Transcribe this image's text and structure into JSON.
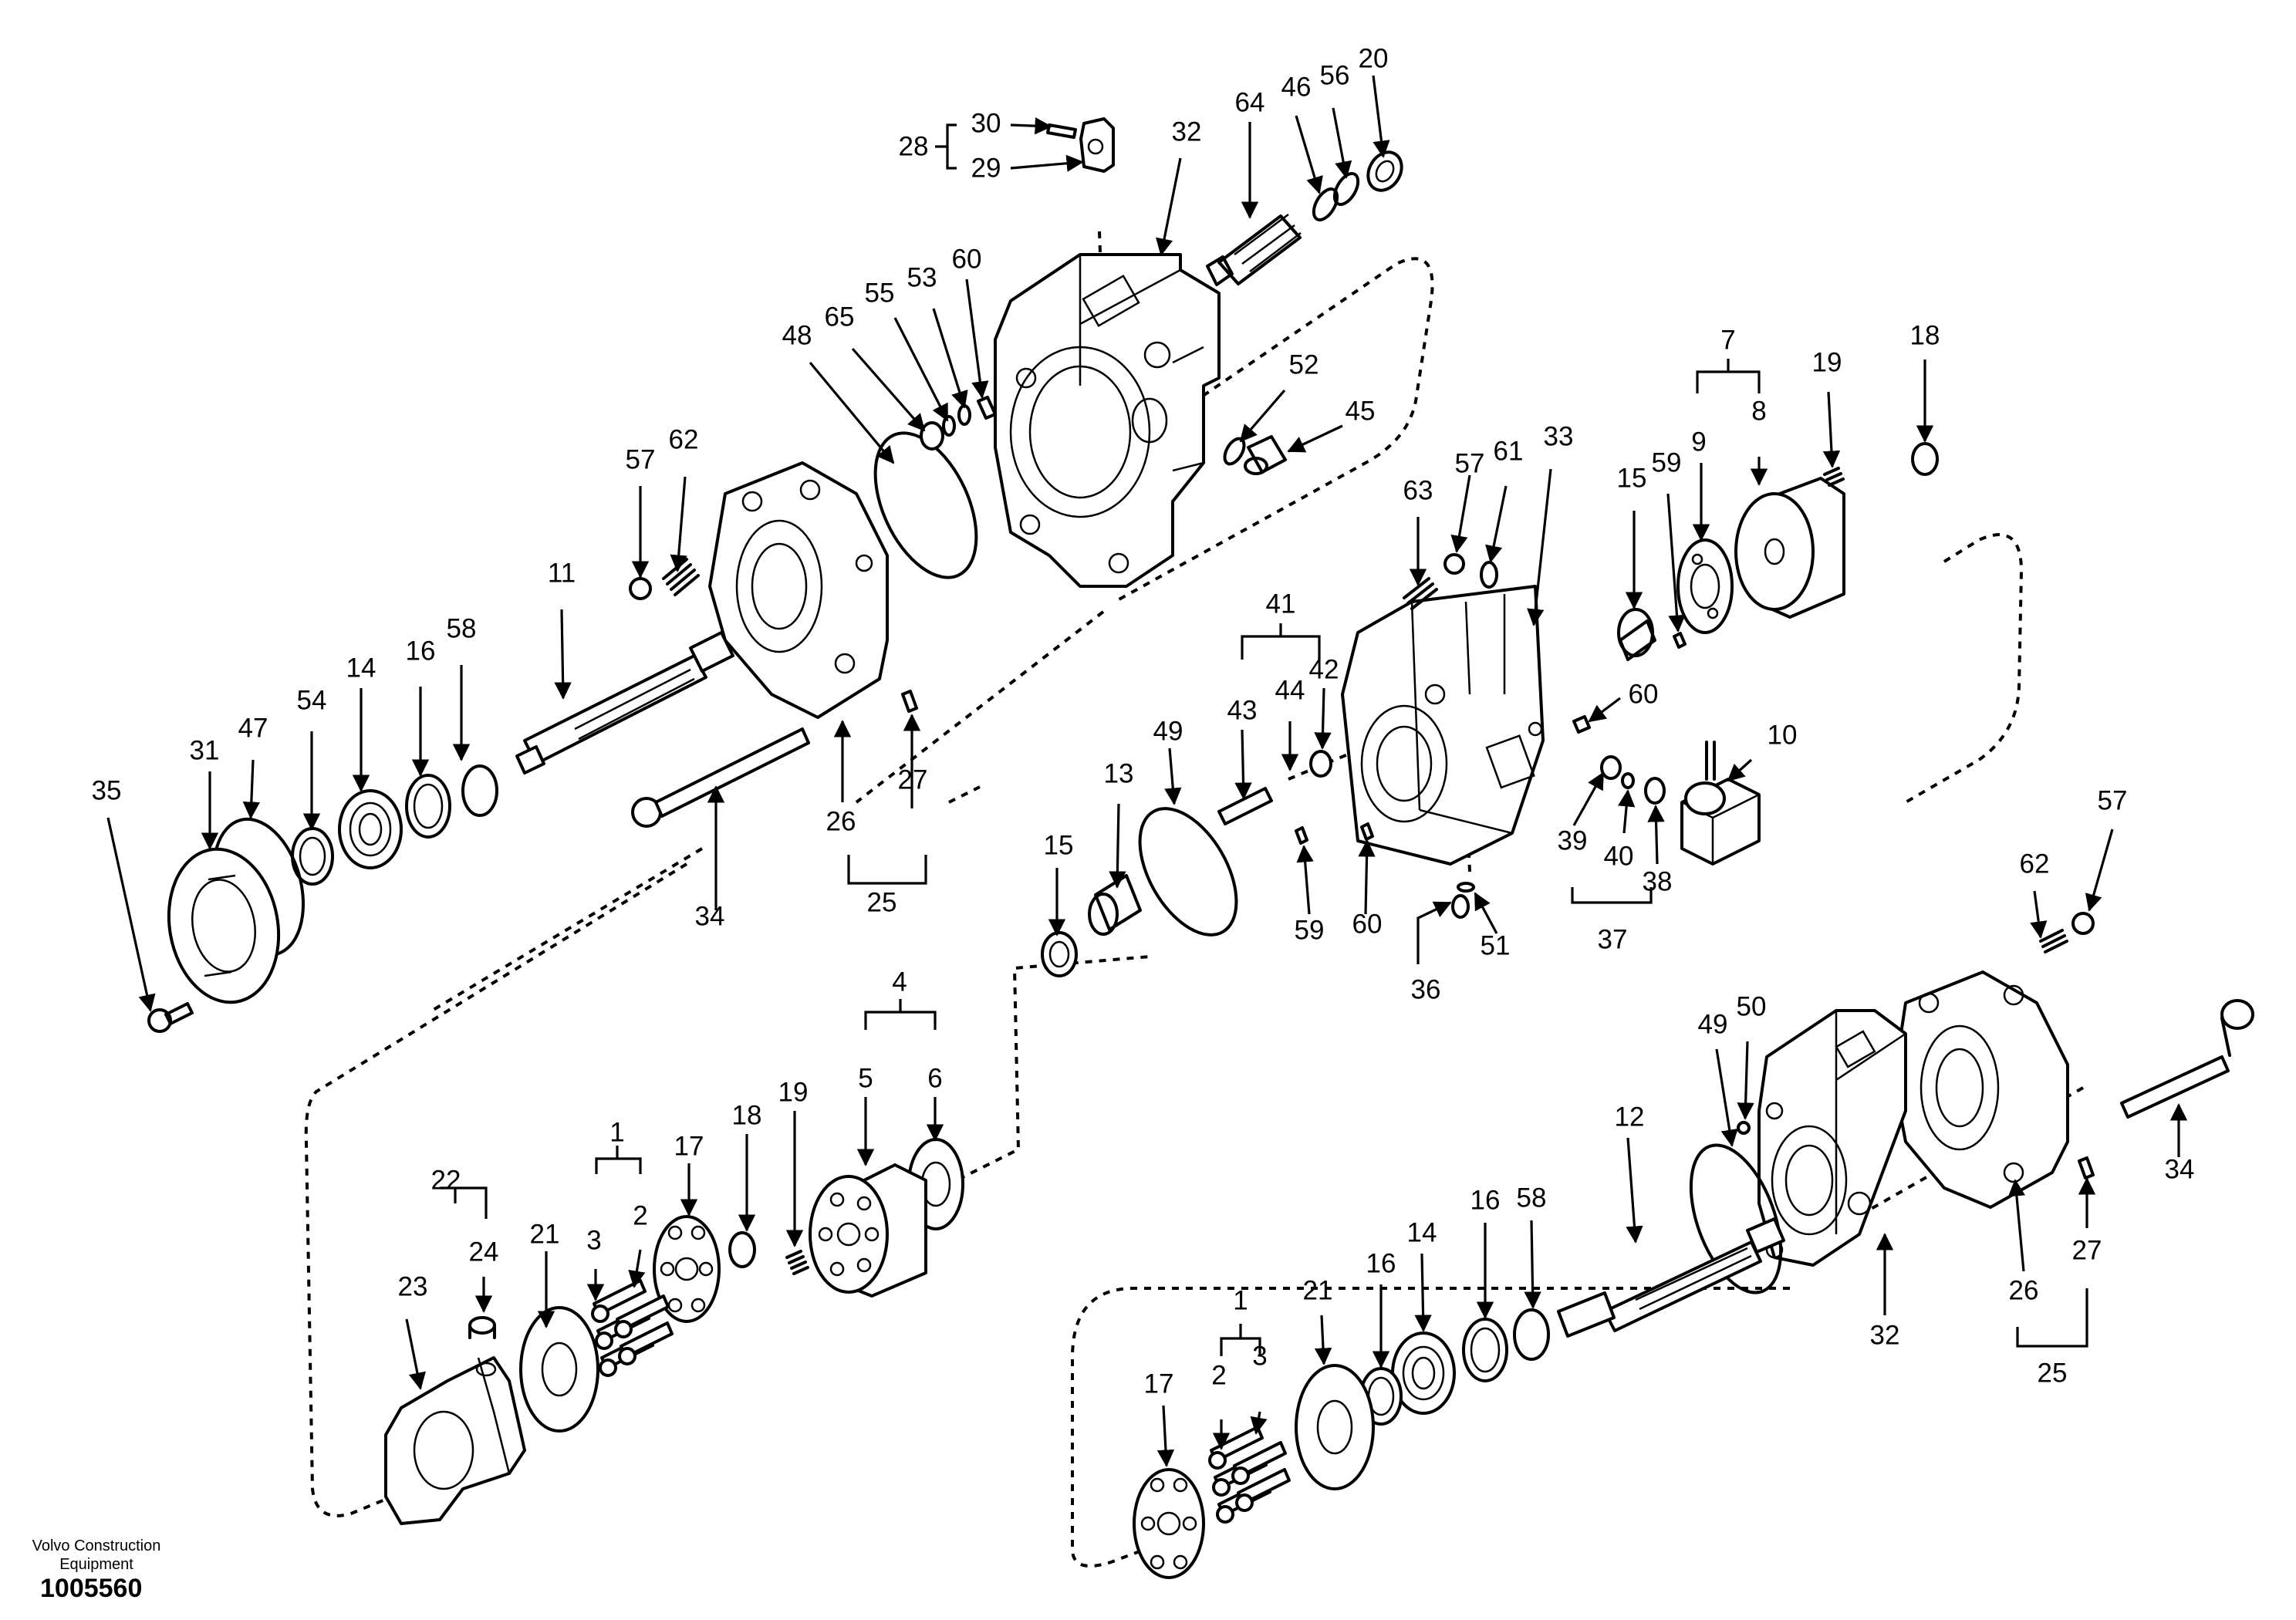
{
  "footer": {
    "brand_line1": "Volvo Construction",
    "brand_line2": "Equipment",
    "doc_number": "1005560"
  },
  "callouts": [
    {
      "id": "c30",
      "text": "30"
    },
    {
      "id": "c28",
      "text": "28"
    },
    {
      "id": "c29",
      "text": "29"
    },
    {
      "id": "c32a",
      "text": "32"
    },
    {
      "id": "c64",
      "text": "64"
    },
    {
      "id": "c46",
      "text": "46"
    },
    {
      "id": "c56",
      "text": "56"
    },
    {
      "id": "c20",
      "text": "20"
    },
    {
      "id": "c48",
      "text": "48"
    },
    {
      "id": "c65",
      "text": "65"
    },
    {
      "id": "c55",
      "text": "55"
    },
    {
      "id": "c53",
      "text": "53"
    },
    {
      "id": "c60a",
      "text": "60"
    },
    {
      "id": "c52",
      "text": "52"
    },
    {
      "id": "c45",
      "text": "45"
    },
    {
      "id": "c57a",
      "text": "57"
    },
    {
      "id": "c62a",
      "text": "62"
    },
    {
      "id": "c11",
      "text": "11"
    },
    {
      "id": "c14a",
      "text": "14"
    },
    {
      "id": "c16a",
      "text": "16"
    },
    {
      "id": "c58a",
      "text": "58"
    },
    {
      "id": "c54",
      "text": "54"
    },
    {
      "id": "c47",
      "text": "47"
    },
    {
      "id": "c31",
      "text": "31"
    },
    {
      "id": "c35",
      "text": "35"
    },
    {
      "id": "c34a",
      "text": "34"
    },
    {
      "id": "c26a",
      "text": "26"
    },
    {
      "id": "c27a",
      "text": "27"
    },
    {
      "id": "c25a",
      "text": "25"
    },
    {
      "id": "c7",
      "text": "7"
    },
    {
      "id": "c19a",
      "text": "19"
    },
    {
      "id": "c18a",
      "text": "18"
    },
    {
      "id": "c9",
      "text": "9"
    },
    {
      "id": "c8",
      "text": "8"
    },
    {
      "id": "c63",
      "text": "63"
    },
    {
      "id": "c57b",
      "text": "57"
    },
    {
      "id": "c61",
      "text": "61"
    },
    {
      "id": "c33",
      "text": "33"
    },
    {
      "id": "c15a",
      "text": "15"
    },
    {
      "id": "c59a",
      "text": "59"
    },
    {
      "id": "c41",
      "text": "41"
    },
    {
      "id": "c43",
      "text": "43"
    },
    {
      "id": "c44",
      "text": "44"
    },
    {
      "id": "c42",
      "text": "42"
    },
    {
      "id": "c60b",
      "text": "60"
    },
    {
      "id": "c10",
      "text": "10"
    },
    {
      "id": "c49a",
      "text": "49"
    },
    {
      "id": "c13",
      "text": "13"
    },
    {
      "id": "c39",
      "text": "39"
    },
    {
      "id": "c40",
      "text": "40"
    },
    {
      "id": "c38",
      "text": "38"
    },
    {
      "id": "c37",
      "text": "37"
    },
    {
      "id": "c59b",
      "text": "59"
    },
    {
      "id": "c60c",
      "text": "60"
    },
    {
      "id": "c51",
      "text": "51"
    },
    {
      "id": "c36",
      "text": "36"
    },
    {
      "id": "c15b",
      "text": "15"
    },
    {
      "id": "c62b",
      "text": "62"
    },
    {
      "id": "c57c",
      "text": "57"
    },
    {
      "id": "c4",
      "text": "4"
    },
    {
      "id": "c5",
      "text": "5"
    },
    {
      "id": "c6",
      "text": "6"
    },
    {
      "id": "c49b",
      "text": "49"
    },
    {
      "id": "c50",
      "text": "50"
    },
    {
      "id": "c34b",
      "text": "34"
    },
    {
      "id": "c12",
      "text": "12"
    },
    {
      "id": "c22",
      "text": "22"
    },
    {
      "id": "c21a",
      "text": "21"
    },
    {
      "id": "c1a",
      "text": "1"
    },
    {
      "id": "c17a",
      "text": "17"
    },
    {
      "id": "c18b",
      "text": "18"
    },
    {
      "id": "c19b",
      "text": "19"
    },
    {
      "id": "c3a",
      "text": "3"
    },
    {
      "id": "c2a",
      "text": "2"
    },
    {
      "id": "c23",
      "text": "23"
    },
    {
      "id": "c24",
      "text": "24"
    },
    {
      "id": "c16b",
      "text": "16"
    },
    {
      "id": "c58b",
      "text": "58"
    },
    {
      "id": "c14b",
      "text": "14"
    },
    {
      "id": "c16c",
      "text": "16"
    },
    {
      "id": "c21b",
      "text": "21"
    },
    {
      "id": "c1b",
      "text": "1"
    },
    {
      "id": "c2b",
      "text": "2"
    },
    {
      "id": "c3b",
      "text": "3"
    },
    {
      "id": "c17b",
      "text": "17"
    },
    {
      "id": "c32b",
      "text": "32"
    },
    {
      "id": "c26b",
      "text": "26"
    },
    {
      "id": "c27b",
      "text": "27"
    },
    {
      "id": "c25b",
      "text": "25"
    }
  ]
}
